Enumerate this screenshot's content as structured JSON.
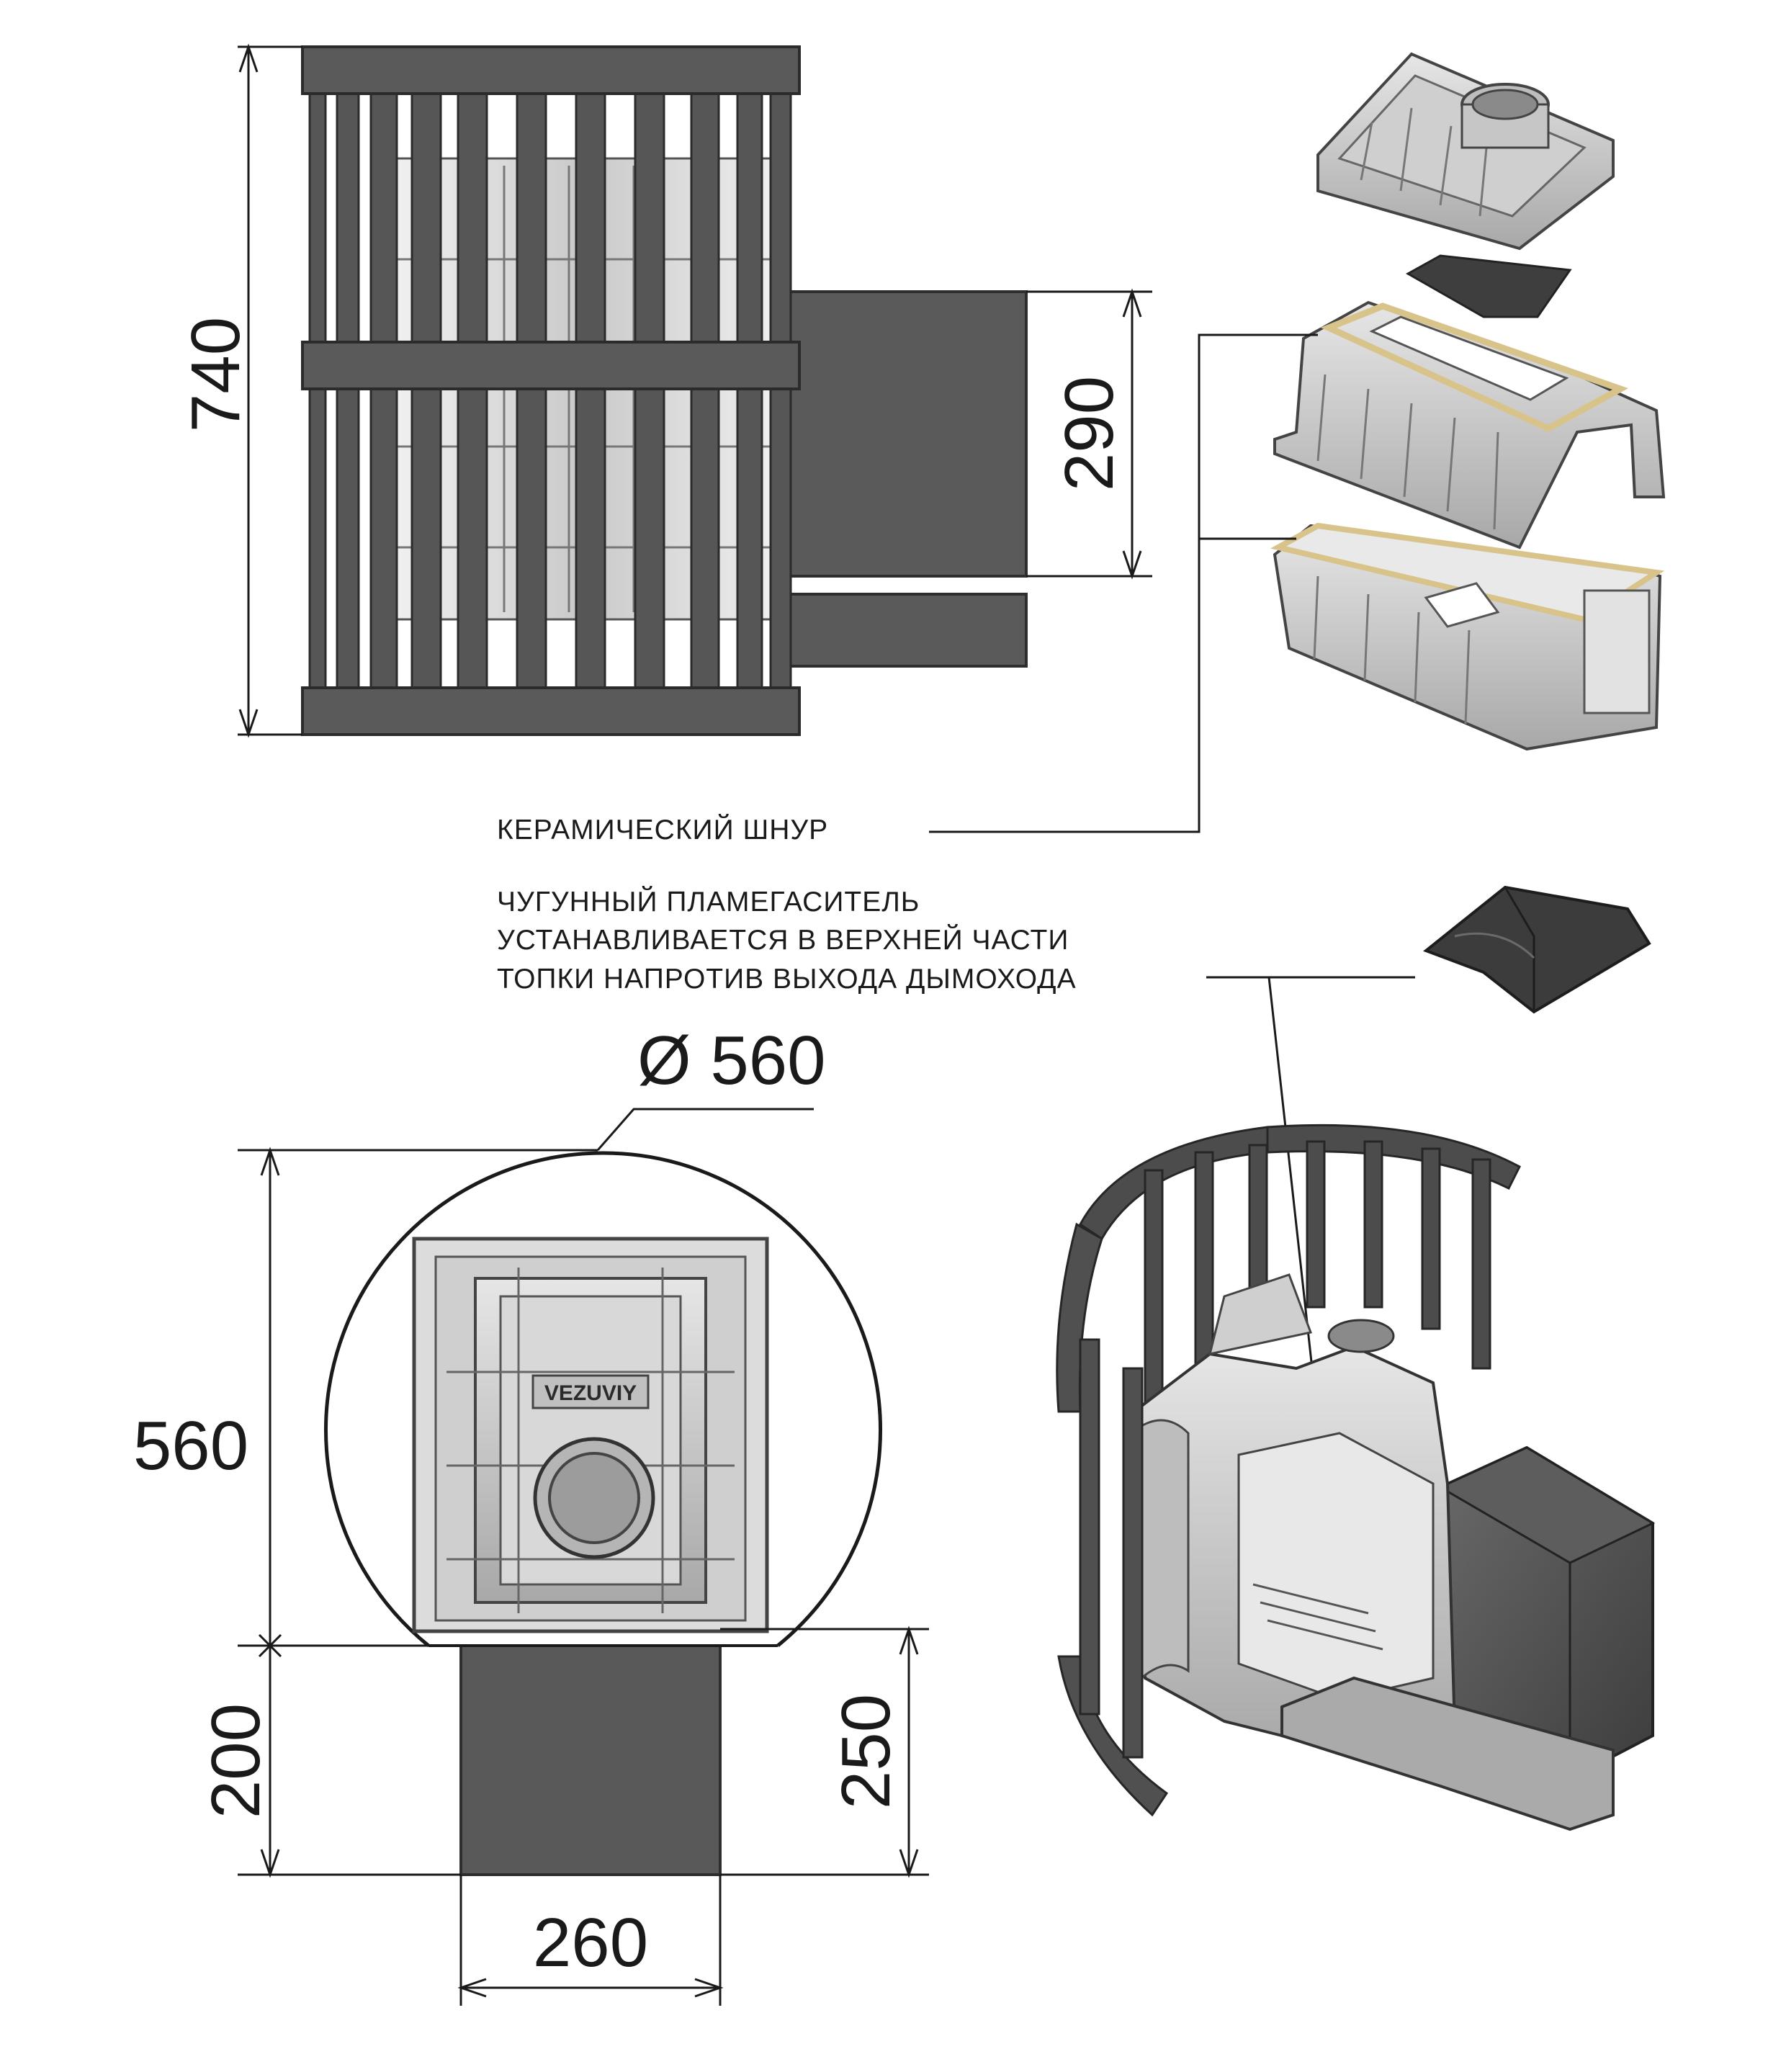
{
  "dimensions": {
    "height_total": "740",
    "chimney_height": "290",
    "diameter": "Ø 560",
    "depth_body": "560",
    "depth_chimney": "200",
    "chimney_side": "250",
    "chimney_width": "260"
  },
  "callouts": {
    "ceramic_cord": "КЕРАМИЧЕСКИЙ ШНУР",
    "flame_arrester_line1": "ЧУГУННЫЙ ПЛАМЕГАСИТЕЛЬ",
    "flame_arrester_line2": "УСТАНАВЛИВАЕТСЯ В ВЕРХНЕЙ ЧАСТИ",
    "flame_arrester_line3": "ТОПКИ НАПРОТИВ ВЫХОДА ДЫМОХОДА"
  },
  "branding": {
    "door_logo": "VEZUVIY"
  },
  "colors": {
    "steel": "#565656",
    "steel_dark": "#3a3a3a",
    "cast_iron_light": "#d2d2d2",
    "cast_iron_mid": "#a9a9a9",
    "ceramic_cord": "#d8c48a",
    "line": "#1a1a1a"
  }
}
